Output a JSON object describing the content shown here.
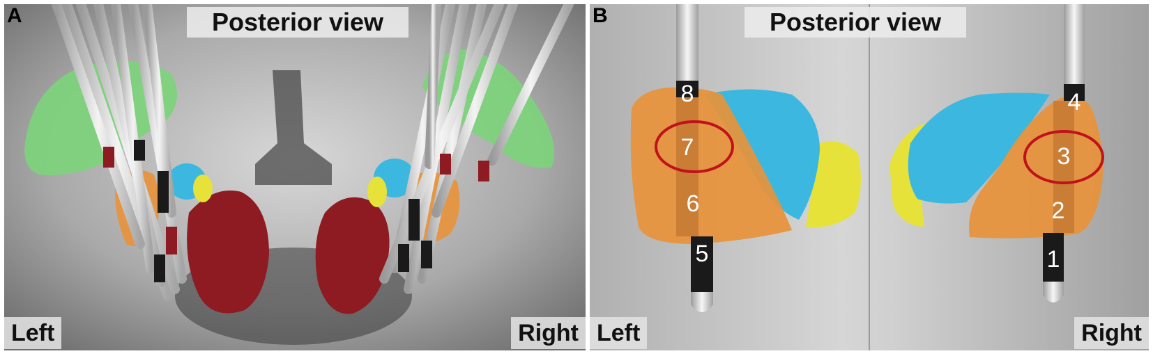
{
  "panels": [
    {
      "letter": "A",
      "title": "Posterior view",
      "left_label": "Left",
      "right_label": "Right"
    },
    {
      "letter": "B",
      "title": "Posterior view",
      "left_label": "Left",
      "right_label": "Right",
      "contacts_left": [
        "8",
        "7",
        "6",
        "5"
      ],
      "contacts_right": [
        "4",
        "3",
        "2",
        "1"
      ],
      "highlighted_contacts": [
        "7",
        "3"
      ]
    }
  ],
  "colors": {
    "green_structure": "#7bd47b",
    "orange_structure": "#e8923a",
    "blue_structure": "#3cb8e0",
    "yellow_structure": "#e6e23a",
    "red_structure": "#8e1a22",
    "highlight_ring": "#c0121a",
    "electrode_shaft": "#e6e6e6",
    "electrode_contact": "#1a1a1a"
  }
}
